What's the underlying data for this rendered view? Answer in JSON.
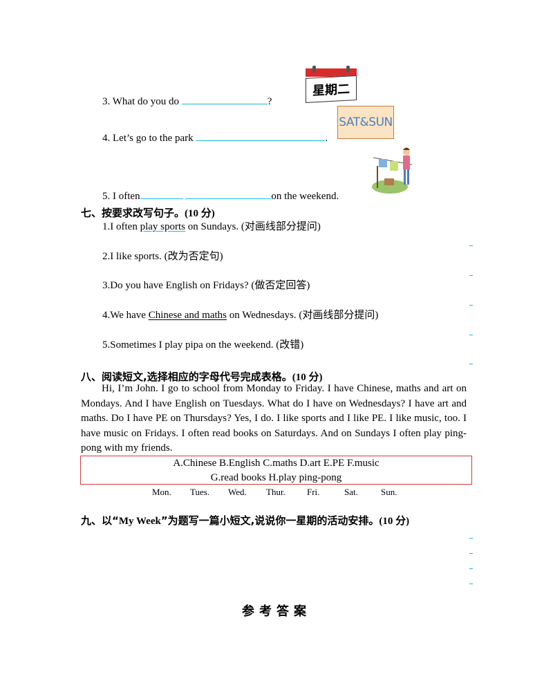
{
  "q3": {
    "prefix": "3. What do you do",
    "suffix": "?"
  },
  "q4": {
    "prefix": "4. Let’s go to the park",
    "suffix": "."
  },
  "q5": {
    "prefix": "5. I often",
    "suffix": "on the weekend."
  },
  "calendar": {
    "label": "星期二",
    "ring_color": "#d82b2b"
  },
  "satsun": {
    "label": "SAT&SUN"
  },
  "section7": {
    "title_prefix": "七、按要求改写句子。",
    "score": "(10 分)",
    "items": [
      {
        "before": "1.I often ",
        "underline": "play sports",
        "after": " on Sundays. ",
        "note": "(对画线部分提问)"
      },
      {
        "before": "2.I like sports. ",
        "underline": "",
        "after": "",
        "note": "(改为否定句)"
      },
      {
        "before": "3.Do you have English on Fridays? ",
        "underline": "",
        "after": "",
        "note": "(做否定回答)"
      },
      {
        "before": "4.We have ",
        "underline": "Chinese and maths",
        "after": " on Wednesdays. ",
        "note": "(对画线部分提问)"
      },
      {
        "before": "5.Sometimes I play pipa on the weekend. ",
        "underline": "",
        "after": "",
        "note": "(改错)"
      }
    ]
  },
  "section8": {
    "title_prefix": "八、阅读短文,选择相应的字母代号完成表格。",
    "score": "(10 分)",
    "passage": "Hi, I’m John. I go to school from Monday to Friday. I have Chinese, maths and art on Mondays. And I have English on Tuesdays. What do I have on Wednesdays? I have art and maths. Do I have PE on Thursdays? Yes, I do. I like sports and I like PE. I like music, too. I have music on Fridays. I often read books on Saturdays. And on Sundays I often play ping-pong with my friends.",
    "options_line1": "A.Chinese    B.English    C.maths     D.art     E.PE     F.music",
    "options_line2": "G.read books    H.play ping-pong",
    "days": [
      "Mon.",
      "Tues.",
      "Wed.",
      "Thur.",
      "Fri.",
      "Sat.",
      "Sun."
    ]
  },
  "section9": {
    "title_prefix": "九、以“",
    "title_bold": "My Week",
    "title_suffix": "”为题写一篇小短文,说说你一星期的活动安排。",
    "score": "(10 分)"
  },
  "answer_title": "参考答案"
}
